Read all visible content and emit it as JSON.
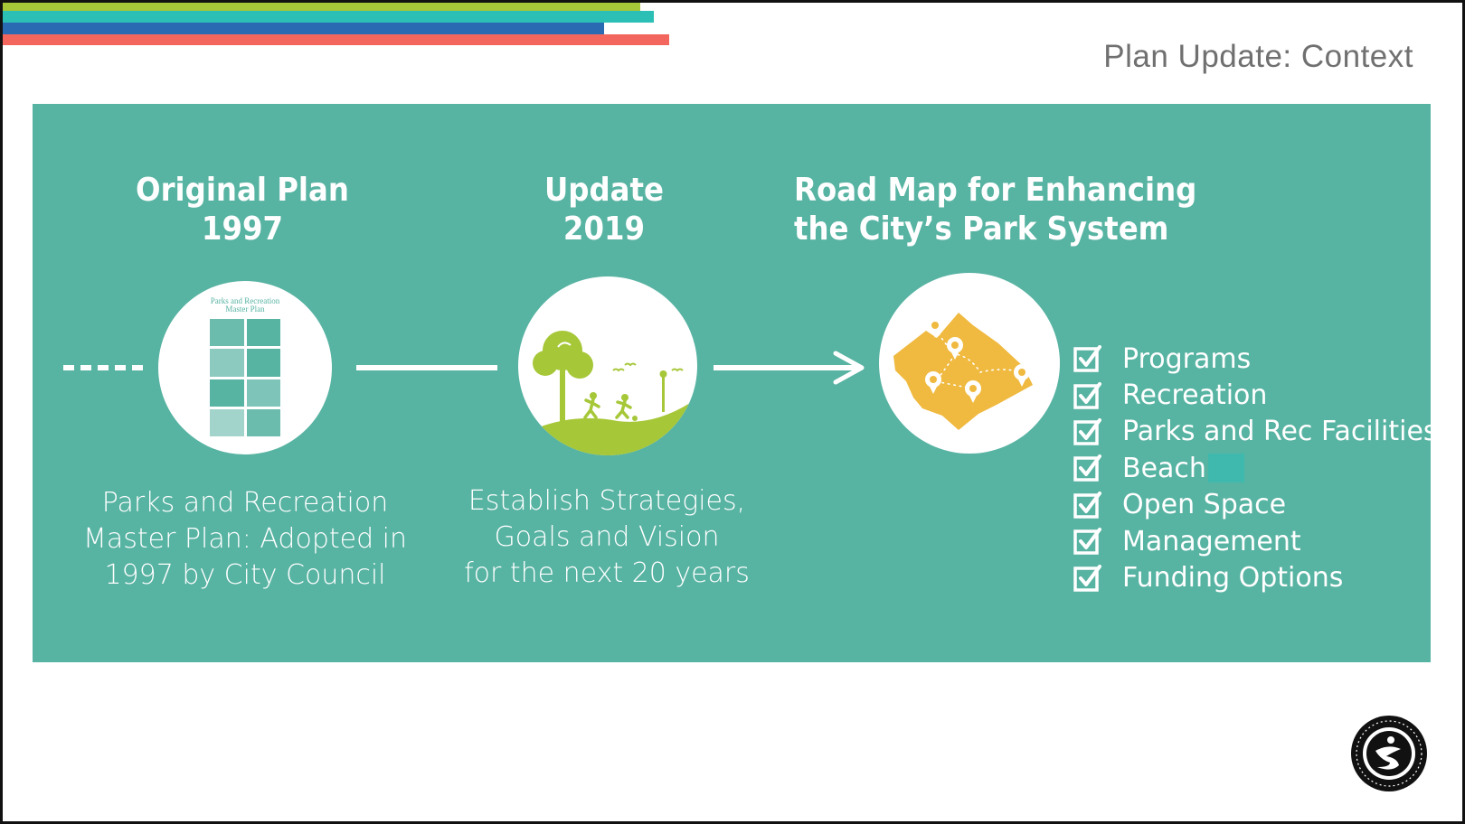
{
  "slide_title": "Plan Update: Context",
  "colors": {
    "panel": "#57b3a2",
    "stripe_green": "#a6c738",
    "stripe_teal": "#2bbfb5",
    "stripe_blue": "#2a6ab3",
    "stripe_coral": "#f2665e",
    "map_gold": "#f0b93f",
    "tree_green": "#a6c738"
  },
  "timeline": [
    {
      "heading": [
        "Original Plan",
        "1997"
      ],
      "description": [
        "Parks and Recreation",
        "Master Plan: Adopted in",
        "1997 by City Council"
      ],
      "icon": "plan-document-icon",
      "document_title": [
        "Parks and Recreation",
        "Master Plan"
      ]
    },
    {
      "heading": [
        "Update",
        "2019"
      ],
      "description": [
        "Establish Strategies,",
        "Goals and Vision",
        "for the next 20 years"
      ],
      "icon": "park-tree-runners-icon"
    },
    {
      "heading": [
        "Road Map for Enhancing",
        "the City’s Park System"
      ],
      "icon": "city-map-pins-icon"
    }
  ],
  "checklist": [
    "Programs",
    "Recreation",
    "Parks and Rec Facilities",
    "Beach",
    "Open Space",
    "Management",
    "Funding Options"
  ],
  "logo": "city-seal-icon"
}
